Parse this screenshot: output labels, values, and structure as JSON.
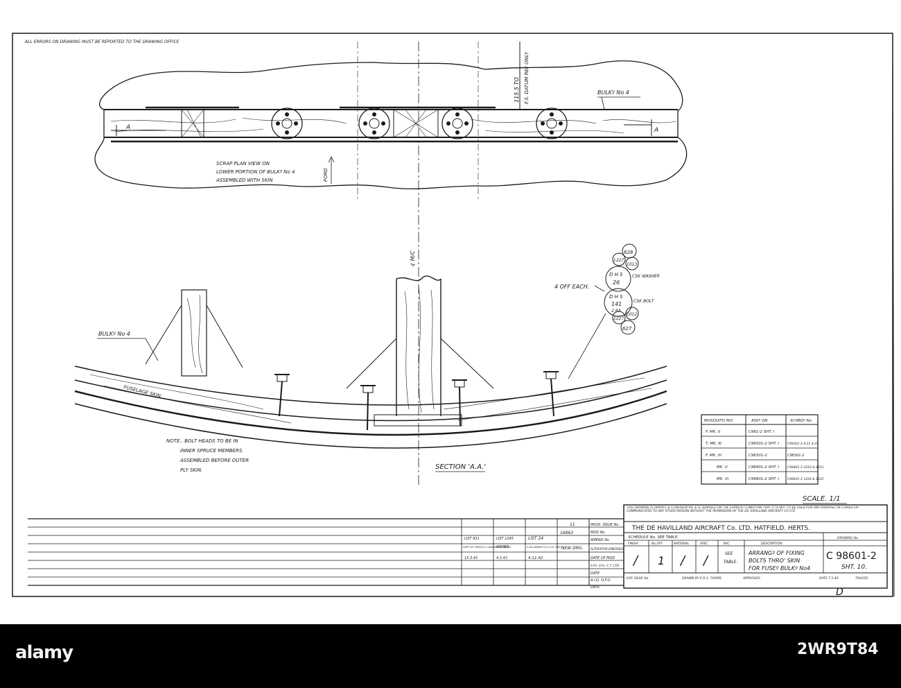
{
  "sheet_note": "ALL ERRORS ON DRAWING MUST BE REPORTED TO THE DRAWING OFFICE",
  "plan_view": {
    "datum_label": "F.S. DATUM REF ONLY",
    "dimension": "115.5 TO",
    "bulkhead_label": "BULKº No 4",
    "section_mark_left": "A",
    "section_mark_right": "A",
    "caption_line1": "SCRAP PLAN VIEW ON",
    "caption_line2": "LOWER PORTION OF BULKº No 4",
    "caption_line3": "ASSEMBLED WITH SKIN",
    "fwd_label": "FORD"
  },
  "section_view": {
    "centreline_label": "¢ M/C",
    "bulkhead_label": "BULKº No 4",
    "skin_label": "FUSELAGE SKIN.",
    "off_each": "4 OFF EACH.",
    "part_numbers": {
      "p628": "628",
      "p1227a": "1227",
      "p1013": "1013",
      "dhs26": "D H S",
      "dhs26_num": "26",
      "washer": "CSK WASHER",
      "dhs141": "D H S",
      "dhs141_num": "141",
      "ba": "2 BA",
      "bolt": "CSK BOLT",
      "p1227b": "1227",
      "p1012": "1012",
      "p627": "627"
    },
    "note_line1": "NOTE.. BOLT HEADS TO BE IN",
    "note_line2": "INNER SPRUCE MEMBERS.",
    "note_line3": "ASSEMBLED BEFORE OUTER",
    "note_line4": "PLY SKIN.",
    "section_title": "SECTION 'A.A.'"
  },
  "schedule_table": {
    "headers": [
      "MOSQUITO M/C",
      "ASSº ON",
      "SCHEDº No"
    ],
    "rows": [
      [
        "F. MK. II",
        "C981-2 SHT. I",
        ""
      ],
      [
        "T. MK. III",
        "C98301-2 SHT. I",
        "C98301-2 4.21 4.25"
      ],
      [
        "F. MK. IV",
        "C98301-2",
        "C98301-2"
      ],
      [
        "MK. V",
        "C98401-2 SHT. I",
        "C98401-2 1010 & 1011"
      ],
      [
        "MK. VI",
        "C98601-2 SHT. I",
        "C98601-2 1224 & 1225"
      ]
    ]
  },
  "scale": "SCALE. 1/1",
  "title_block": {
    "confidential": "THIS DRAWING IS PRIVATE & CONFIDENTIAL & IS SUPPLIED ON THE EXPRESS CONDITION THAT IT IS NOT TO BE USED FOR ANY PURPOSE OR COPIED OR COMMUNICATED TO ANY OTHER PERSON WITHOUT THE PERMISSION OF THE DE HAVILLAND AIRCRAFT CO LTD",
    "company": "THE DE HAVILLAND AIRCRAFT Co. LTD. HATFIELD. HERTS.",
    "schedule_note": "SCHEDULE No. SEE TABLE.",
    "col_finish": "FINISH",
    "col_no_off": "No OFF",
    "col_material": "MATERIAL",
    "col_spec": "SPEC",
    "col_mc": "M/C",
    "col_description": "DESCRIPTION",
    "col_drawing_no": "DRAWING No",
    "finish_mark": "/",
    "no_off_mark": "1",
    "material_mark": "/",
    "spec_mark": "/",
    "mc_line1": "SEE",
    "mc_line2": "TABLE.",
    "description_line1": "ARRANGº OF FIXING",
    "description_line2": "BOLTS THRO' SKIN",
    "description_line3": "FOR FUSEº BULKº No4",
    "drawing_no": "C 98601-2",
    "sheet_no": "SHT. 10.",
    "exp_issue": "EXP. ISSUE No",
    "drawn_by": "DRAWN BY E.R.S. THOMS",
    "approved": "APPROVED.",
    "date": "DATE 7.5.42.",
    "traced": "TRACED",
    "checked": "D",
    "labels": [
      "PROD. ISSUE No",
      "MOD No",
      "AMEND No",
      "ALTERATION EMBODIED",
      "DATE OF MOD",
      "S.P.I. D.H. C.T. LTD",
      "DATE",
      "A.I.D. O.F.O.",
      "DATE"
    ]
  },
  "revision_block": {
    "prod_issue_no": "11",
    "mod_no": "16863",
    "col1_line1": "LIST 931",
    "col1_line2": "ASSº OF C98301-2 ADDED TO TABLE",
    "col1_line3": "15.3.43",
    "col2_line1": "LIST 1265",
    "col2_line2": "ADDED",
    "col2_line3": "4.1.43",
    "col3_line1": "LIST 24",
    "col3_line2": "2 BA ADDED TO C.S.K. BOLT",
    "col3_line3": "4-11-42",
    "col4": "NEW DRG."
  },
  "footer": {
    "logo": "alamy",
    "image_id": "2WR9T84"
  }
}
